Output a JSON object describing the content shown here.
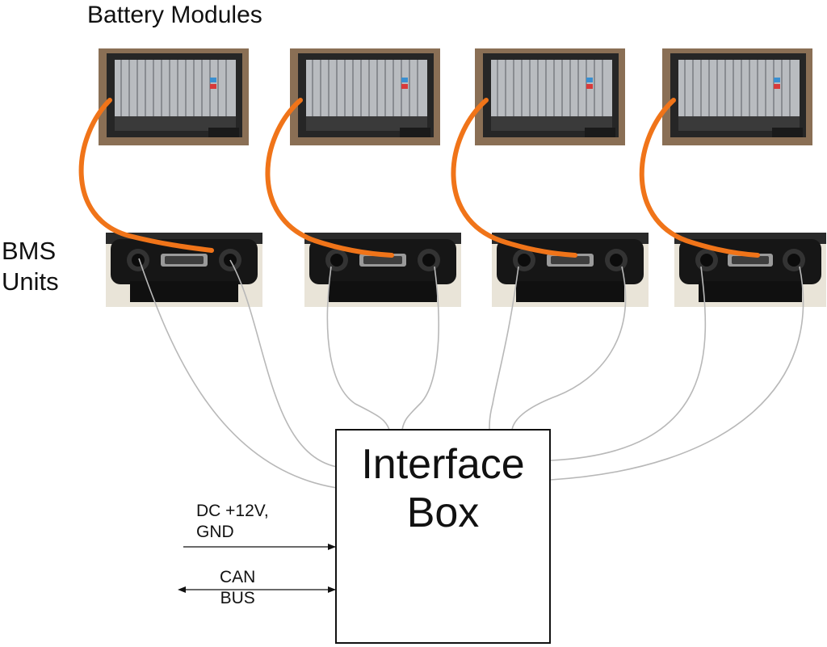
{
  "labels": {
    "modules_title": "Battery Modules",
    "bms_line1": "BMS",
    "bms_line2": "Units",
    "interface_line1": "Interface",
    "interface_line2": "Box",
    "dc_line1": "DC +12V,",
    "dc_line2": "GND",
    "can_line1": "CAN",
    "can_line2": "BUS"
  },
  "colors": {
    "orange_cable": "#f07419",
    "gray_wire": "#b8b8b8",
    "module_casing": "#2a2a2a",
    "module_cells": "#b9bcc0",
    "bms_body": "#161616",
    "box_border": "#111111"
  },
  "modules": [
    {
      "name": "battery-module-1"
    },
    {
      "name": "battery-module-2"
    },
    {
      "name": "battery-module-3"
    },
    {
      "name": "battery-module-4"
    }
  ],
  "bms_units": [
    {
      "name": "bms-unit-1"
    },
    {
      "name": "bms-unit-2"
    },
    {
      "name": "bms-unit-3"
    },
    {
      "name": "bms-unit-4"
    }
  ]
}
